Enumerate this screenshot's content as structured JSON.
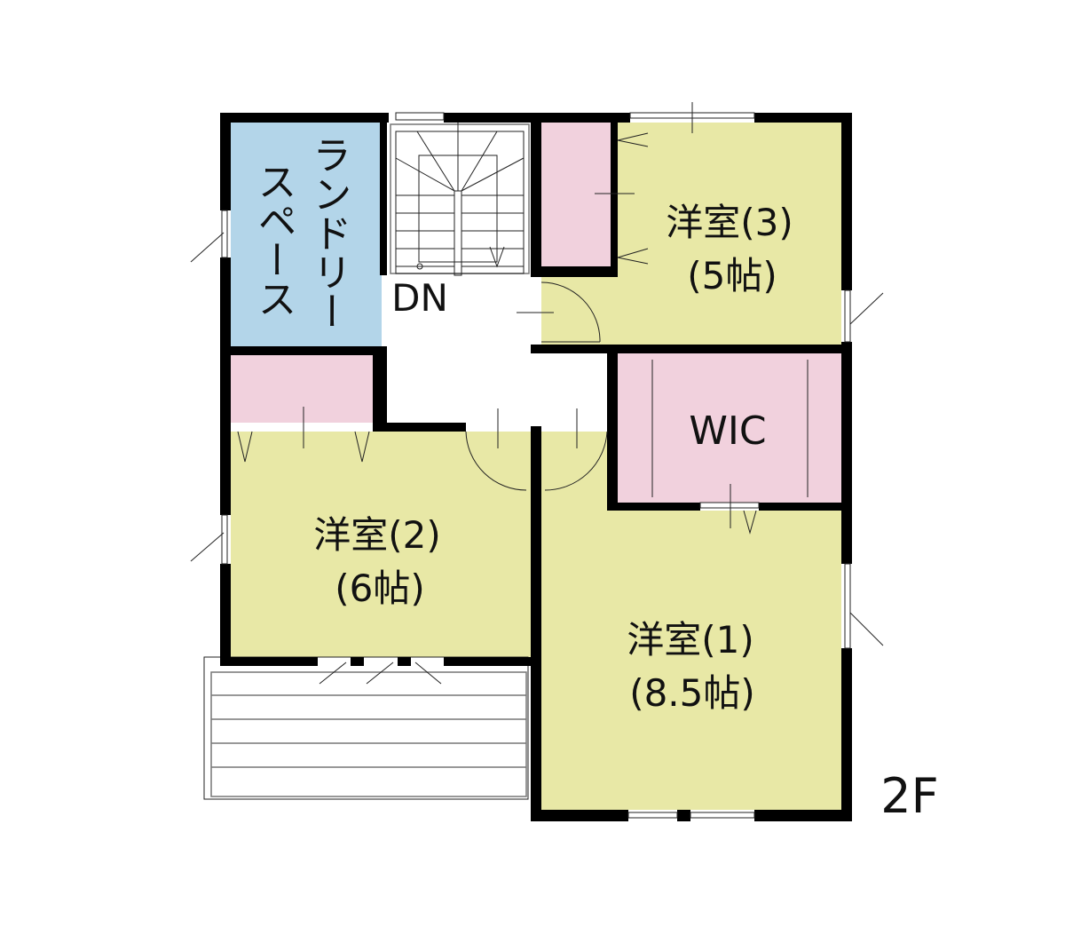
{
  "floor_label": "2F",
  "colors": {
    "room": "#e8e8a6",
    "laundry": "#b3d5e9",
    "closet": "#f1d1dd",
    "wall": "#000000"
  },
  "rooms": {
    "laundry": {
      "line1": "ランドリー",
      "line2": "スペース"
    },
    "stairs": {
      "label": "DN"
    },
    "room3": {
      "name": "洋室(3)",
      "size": "(5帖)"
    },
    "wic": {
      "name": "WIC"
    },
    "room2": {
      "name": "洋室(2)",
      "size": "(6帖)"
    },
    "room1": {
      "name": "洋室(1)",
      "size": "(8.5帖)"
    }
  }
}
